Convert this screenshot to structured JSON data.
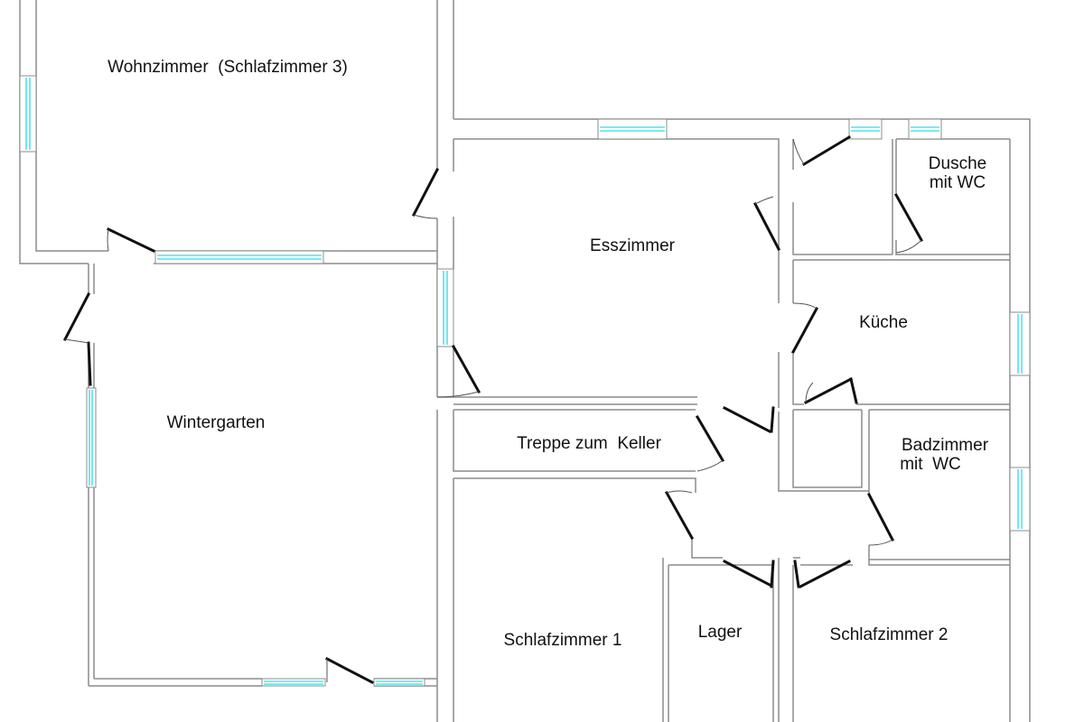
{
  "rooms": {
    "wohnzimmer": "Wohnzimmer  (Schlafzimmer 3)",
    "esszimmer": "Esszimmer",
    "dusche_line1": "Dusche",
    "dusche_line2": "mit WC",
    "kueche": "Küche",
    "wintergarten": "Wintergarten",
    "treppe": "Treppe zum  Keller",
    "badzimmer_line1": "Badzimmer",
    "badzimmer_line2": "mit  WC",
    "schlafzimmer1": "Schlafzimmer 1",
    "lager": "Lager",
    "schlafzimmer2": "Schlafzimmer 2"
  },
  "colors": {
    "wall": "#8c8c8c",
    "window_glass": "#4fe3ee",
    "door_leaf": "#111111",
    "text": "#111111"
  }
}
